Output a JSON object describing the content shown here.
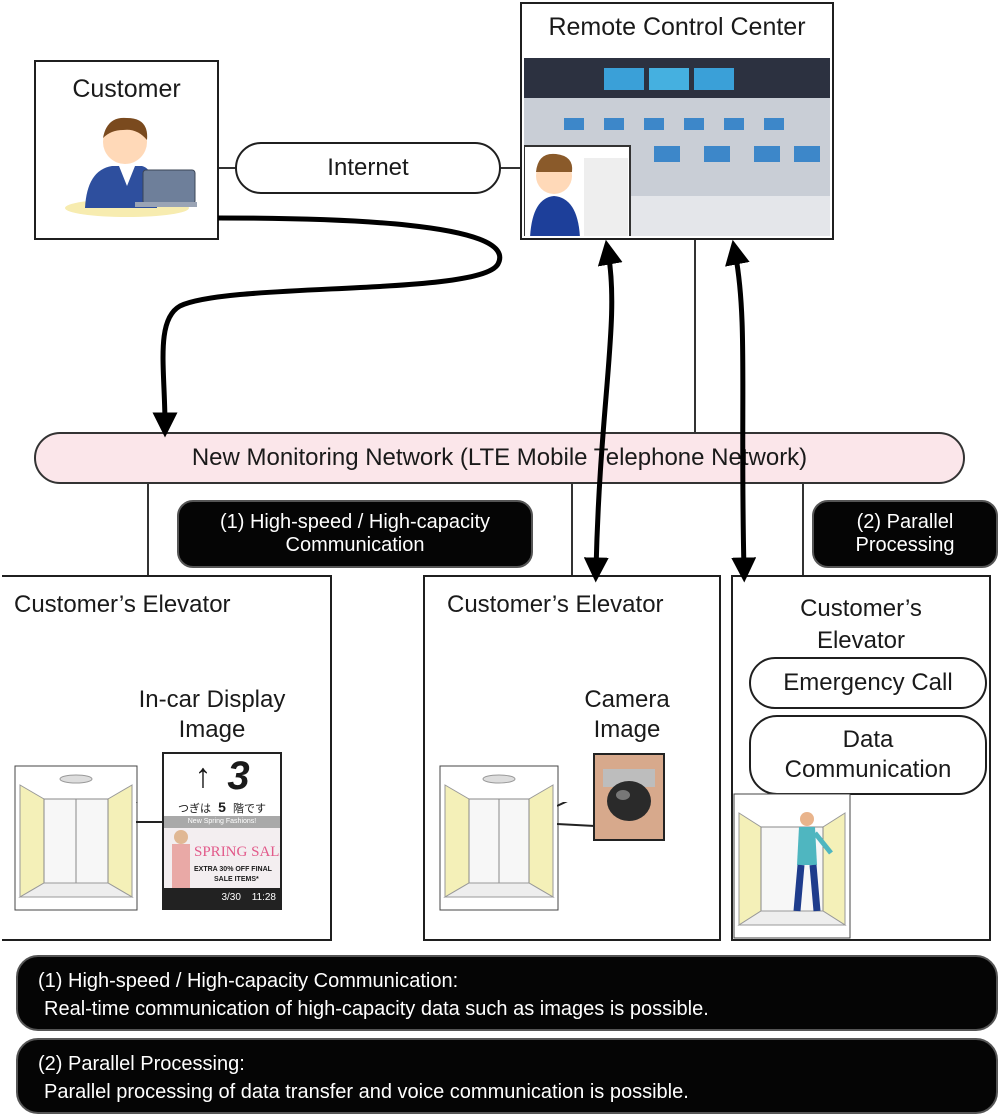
{
  "customer": {
    "title": "Customer"
  },
  "internet": {
    "label": "Internet"
  },
  "control_center": {
    "title": "Remote Control Center"
  },
  "network": {
    "label": "New Monitoring Network (LTE Mobile Telephone Network)"
  },
  "badges": {
    "feature1": "(1) High-speed / High-capacity\nCommunication",
    "feature2": "(2) Parallel\nProcessing"
  },
  "elevators": {
    "left": {
      "title": "Customer’s Elevator",
      "image_caption": "In-car Display\nImage"
    },
    "middle": {
      "title": "Customer’s Elevator",
      "image_caption": "Camera\nImage"
    },
    "right": {
      "title": "Customer’s\nElevator",
      "emergency_call": "Emergency Call",
      "data_comm": "Data\nCommunication"
    }
  },
  "display": {
    "arrow": "↑",
    "floor": "3",
    "next_prefix": "つぎは",
    "next_floor": "5",
    "next_suffix": "階です",
    "ad_tagline": "New Spring Fashions!",
    "ad_title": "SPRING SALE",
    "ad_sub1": "EXTRA 30% OFF FINAL",
    "ad_sub2": "SALE ITEMS*",
    "date": "3/30",
    "time": "11:28"
  },
  "notes": [
    {
      "heading": "(1) High-speed / High-capacity Communication:",
      "body": "Real-time communication of high-capacity data such as images is possible."
    },
    {
      "heading": "(2) Parallel Processing:",
      "body": "Parallel processing of data transfer and voice communication is possible."
    }
  ],
  "colors": {
    "network_fill": "#fbe6ea",
    "badge_fill": "#050505",
    "elevator_wall": "#f4f0b8"
  }
}
